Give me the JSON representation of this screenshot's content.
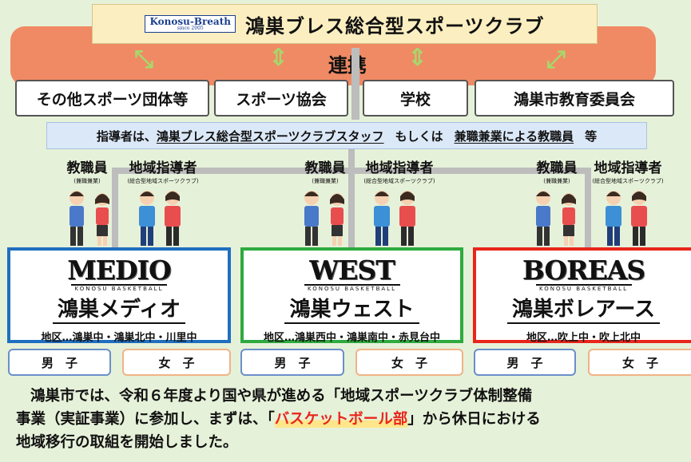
{
  "header": {
    "logo_text": "Konosu-Breath",
    "logo_sub": "since 2005",
    "title": "鴻巣ブレス総合型スポーツクラブ"
  },
  "partnership_label": "連携",
  "organizations": [
    "その他スポーツ団体等",
    "スポーツ協会",
    "学校",
    "鴻巣市教育委員会"
  ],
  "leaders": {
    "prefix": "指導者は、",
    "staff": "鴻巣ブレス総合型スポーツクラブスタッフ",
    "or": "もしくは",
    "teachers": "兼職兼業による教職員",
    "suffix": "等"
  },
  "roles": {
    "teacher": "教職員",
    "teacher_note": "(兼職兼業)",
    "local": "地域指導者",
    "local_note": "(総合型地域スポーツクラブ)"
  },
  "clubs": [
    {
      "logo": "MEDIO",
      "logo_sub": "KONOSU BASKETBALL",
      "name": "鴻巣メディオ",
      "area": "地区…鴻巣中・鴻巣北中・川里中",
      "border": "#1f6fbf"
    },
    {
      "logo": "WEST",
      "logo_sub": "KONOSU BASKETBALL",
      "name": "鴻巣ウェスト",
      "area": "地区…鴻巣西中・鴻巣南中・赤見台中",
      "border": "#2eaa3f"
    },
    {
      "logo": "BOREAS",
      "logo_sub": "KONOSU BASKETBALL",
      "name": "鴻巣ボレアース",
      "area": "地区…吹上中・吹上北中",
      "border": "#e8261c"
    }
  ],
  "genders": {
    "boys": "男　子",
    "girls": "女　子"
  },
  "description": {
    "line1": "鴻巣市では、令和６年度より国や県が進める「地域スポーツクラブ体制整備",
    "line2_pre": "事業（実証事業）に参加し、まずは、「",
    "highlight": "バスケットボール部",
    "line2_post": "」から休日における",
    "line3": "地域移行の取組を開始しました。"
  },
  "colors": {
    "highlight": "#e8261c",
    "orange": "#ef8a64",
    "arrow": "#a6d86b"
  }
}
